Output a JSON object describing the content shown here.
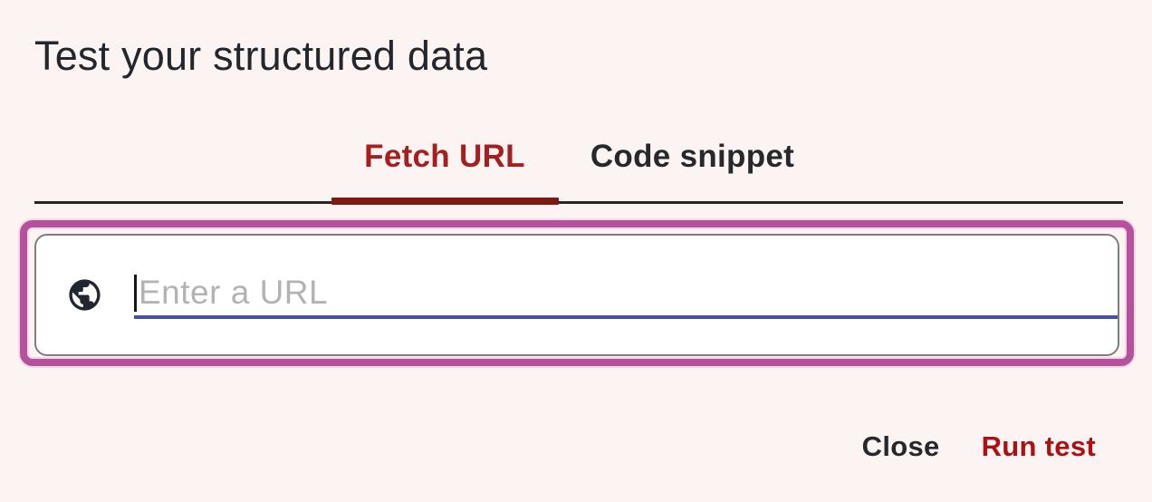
{
  "header": {
    "title": "Test your structured data"
  },
  "tabs": [
    {
      "label": "Fetch URL",
      "active": true
    },
    {
      "label": "Code snippet",
      "active": false
    }
  ],
  "url_input": {
    "placeholder": "Enter a URL",
    "value": "",
    "icon": "globe-icon",
    "state": "focused-empty"
  },
  "annotation": {
    "type": "highlight-rectangle",
    "color": "#b4539b"
  },
  "footer": {
    "close_label": "Close",
    "run_test_label": "Run test"
  },
  "colors": {
    "background": "#fcf4f3",
    "title_text": "#24262d",
    "tab_active_text": "#a31f20",
    "tab_inactive_text": "#26282c",
    "tab_active_indicator": "#7e1a14",
    "tab_divider": "#2b2522",
    "annotation_border": "#b4539b",
    "input_card_border": "#7e7e82",
    "input_card_background": "#ffffff",
    "input_underline": "#4453a3",
    "placeholder_text": "#b4b2b6",
    "close_text": "#26282d",
    "run_test_text": "#ad1013"
  }
}
